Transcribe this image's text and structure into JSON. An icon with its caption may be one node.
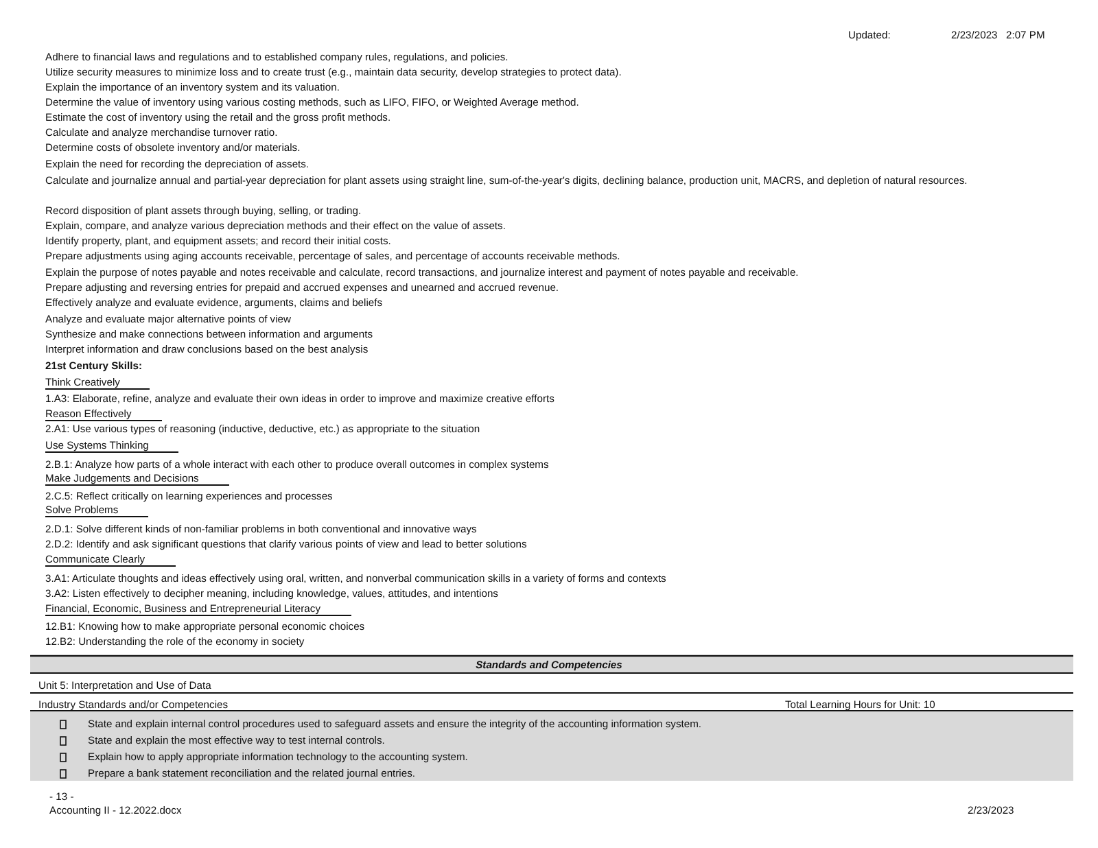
{
  "diagram": {
    "labels": [
      "Updated:",
      "2/23/2023",
      "2:07 PM",
      "Adhere to financial laws and regulations and to established company rules, regulations, and policies.",
      "Utilize security measures to minimize loss and to create trust (e.g., maintain data security, develop strategies to protect data).",
      "Explain the importance of an inventory system and its valuation.",
      "Determine the value of inventory using various costing methods, such as LIFO, FIFO, or Weighted Average method.",
      "Estimate the cost of inventory using the retail and the gross profit methods.",
      "Calculate and analyze merchandise turnover ratio.",
      "Determine costs of obsolete inventory and/or materials.",
      "Explain the need for recording the depreciation of assets.",
      "Calculate and journalize annual and partial-year depreciation for plant assets using straight line, sum-of-the-year's digits, declining balance, production unit, MACRS, and depletion of natural resources.",
      "Record disposition of plant assets through buying, selling, or trading.",
      "Explain, compare, and analyze various depreciation methods and their effect on the value of assets.",
      "Identify property, plant, and equipment assets; and record their initial costs.",
      "Prepare adjustments using aging accounts receivable, percentage of sales, and percentage of accounts receivable methods.",
      "Explain the purpose of notes payable and notes receivable and calculate, record transactions, and journalize interest and payment of notes payable and receivable.",
      "Prepare adjusting and reversing entries for prepaid and accrued expenses and unearned and accrued revenue.",
      "Effectively analyze and evaluate evidence, arguments, claims and beliefs",
      "Analyze and evaluate major alternative points of view",
      "Synthesize and make connections between information and arguments",
      "Interpret information and draw conclusions based on the best analysis",
      "21st Century Skills:",
      "Think Creatively",
      "1.A3: Elaborate, refine, analyze and evaluate their own ideas in order to improve and maximize creative efforts",
      "Reason Effectively",
      "2.A1: Use various types of reasoning (inductive, deductive, etc.) as appropriate to the situation",
      "Use Systems Thinking",
      "2.B.1: Analyze how parts of a whole interact with each other to produce overall outcomes in complex systems",
      "Make Judgements and Decisions",
      "2.C.5: Reflect critically on learning experiences and processes",
      "Solve Problems",
      "2.D.1: Solve different kinds of non-familiar problems in both conventional and innovative ways",
      "2.D.2: Identify and ask significant questions that clarify various points of view and lead to better solutions",
      "Communicate Clearly",
      "3.A1: Articulate thoughts and ideas effectively using oral, written, and nonverbal communication skills in a variety of forms and contexts",
      "3.A2: Listen effectively to decipher meaning, including knowledge, values, attitudes, and intentions",
      "Financial, Economic, Business and Entrepreneurial Literacy",
      "12.B1: Knowing how to make appropriate personal economic choices",
      "12.B2: Understanding the role of the economy in society",
      "Standards and Competencies",
      "Unit 5: Interpretation and Use of Data",
      "Industry Standards and/or Competencies",
      "Total Learning Hours for Unit: 10",
      "State and explain internal control procedures used to safeguard assets and ensure the integrity of the accounting information system.",
      "State and explain the most effective way to test internal controls.",
      "Explain how to apply appropriate information technology to the accounting system.",
      "Prepare a bank statement reconciliation and the related journal entries.",
      "- 13 -",
      "Accounting II - 12.2022.docx",
      "2/23/2023"
    ]
  }
}
